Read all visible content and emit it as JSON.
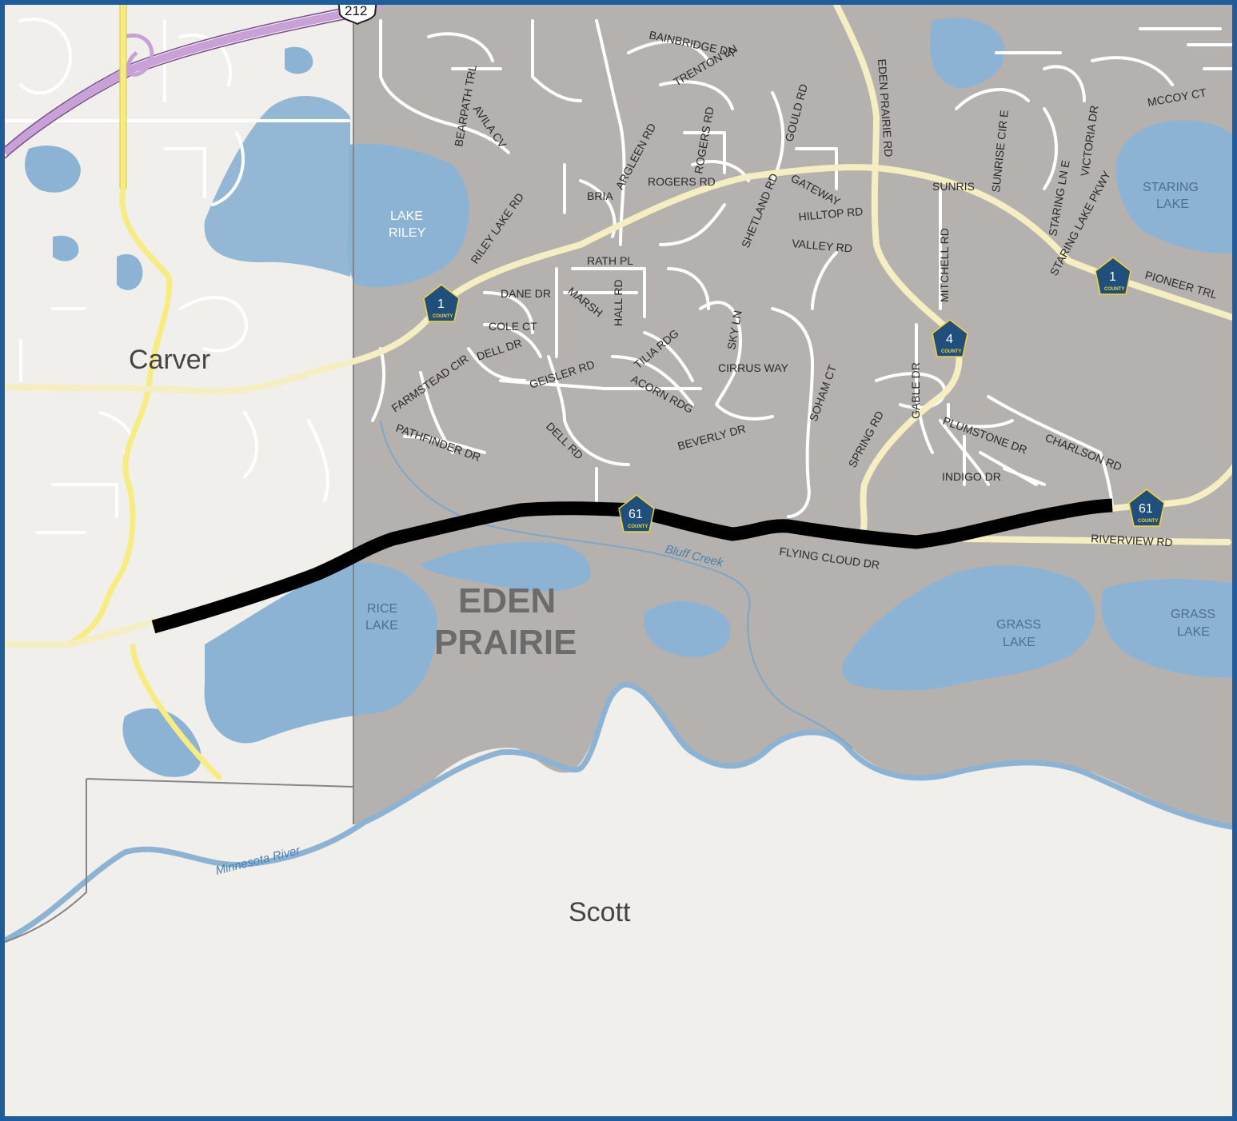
{
  "colors": {
    "frame": "#1e5c9c",
    "background": "#f1efeb",
    "city_area": "#b5b1ae",
    "water": "#8db3d4",
    "local_road": "#ffffff",
    "county_road": "#f4eec2",
    "state_highway": "#f7ec82",
    "us_highway": "#c8a2d6",
    "project_corridor": "#000000",
    "county_shield": "#1f4f7a"
  },
  "counties": {
    "carver": "Carver",
    "scott": "Scott"
  },
  "city": {
    "line1": "EDEN",
    "line2": "PRAIRIE"
  },
  "waterbodies": {
    "lake_riley": [
      "LAKE",
      "RILEY"
    ],
    "staring_lake": [
      "STARING",
      "LAKE"
    ],
    "rice_lake": [
      "RICE",
      "LAKE"
    ],
    "grass_lake_1": [
      "GRASS",
      "LAKE"
    ],
    "grass_lake_2": [
      "GRASS",
      "LAKE"
    ],
    "bluff_creek": "Bluff Creek",
    "minnesota_river": "Minnesota River"
  },
  "shields": {
    "us212": "212",
    "cr1_west": "1",
    "cr1_east": "1",
    "cr4": "4",
    "cr61_west": "61",
    "cr61_east": "61",
    "county_caption": "COUNTY"
  },
  "streets": {
    "bearpath_trl": "BEARPATH TRL",
    "avila_cv": "AVILA CV",
    "bainbridge_dr": "BAINBRIDGE DR",
    "trenton_ln": "TRENTON LN",
    "gould_rd": "GOULD RD",
    "eden_prairie_rd": "EDEN PRAIRIE RD",
    "mccoy_ct": "MCCOY CT",
    "victoria_dr": "VICTORIA DR",
    "staring_ln_e": "STARING LN E",
    "sunrise_cir_e": "SUNRISE CIR E",
    "sunrise": "SUNRIS",
    "staring_lake_pkwy": "STARING LAKE PKWY",
    "riley_lake_rd": "RILEY LAKE RD",
    "briar": "BRIA",
    "argleen_rd": "ARGLEEN RD",
    "rogers_rd": "ROGERS RD",
    "rogers_rd_2": "ROGERS RD",
    "shetland_rd": "SHETLAND RD",
    "gateway": "GATEWAY",
    "hilltop_rd": "HILLTOP RD",
    "valley_rd": "VALLEY RD",
    "mitchell_rd": "MITCHELL RD",
    "pioneer_trl": "PIONEER TRL",
    "rath_pl": "RATH PL",
    "dane_dr": "DANE DR",
    "marsh": "MARSH",
    "hall_rd": "HALL RD",
    "cole_ct": "COLE CT",
    "dell_dr": "DELL DR",
    "tilia_rdg": "TILIA RDG",
    "sky_ln": "SKY LN",
    "cirrus_way": "CIRRUS WAY",
    "geisler_rd": "GEISLER RD",
    "acorn_rdg": "ACORN RDG",
    "soham_ct": "SOHAM CT",
    "spring_rd": "SPRING RD",
    "gable_dr": "GABLE DR",
    "farmstead_cir": "FARMSTEAD CIR",
    "pathfinder_dr": "PATHFINDER DR",
    "dell_rd": "DELL RD",
    "beverly_dr": "BEVERLY DR",
    "plumstone_dr": "PLUMSTONE DR",
    "charlson_rd": "CHARLSON RD",
    "indigo_dr": "INDIGO DR",
    "riverview_rd": "RIVERVIEW RD",
    "flying_cloud_dr": "FLYING CLOUD DR"
  }
}
